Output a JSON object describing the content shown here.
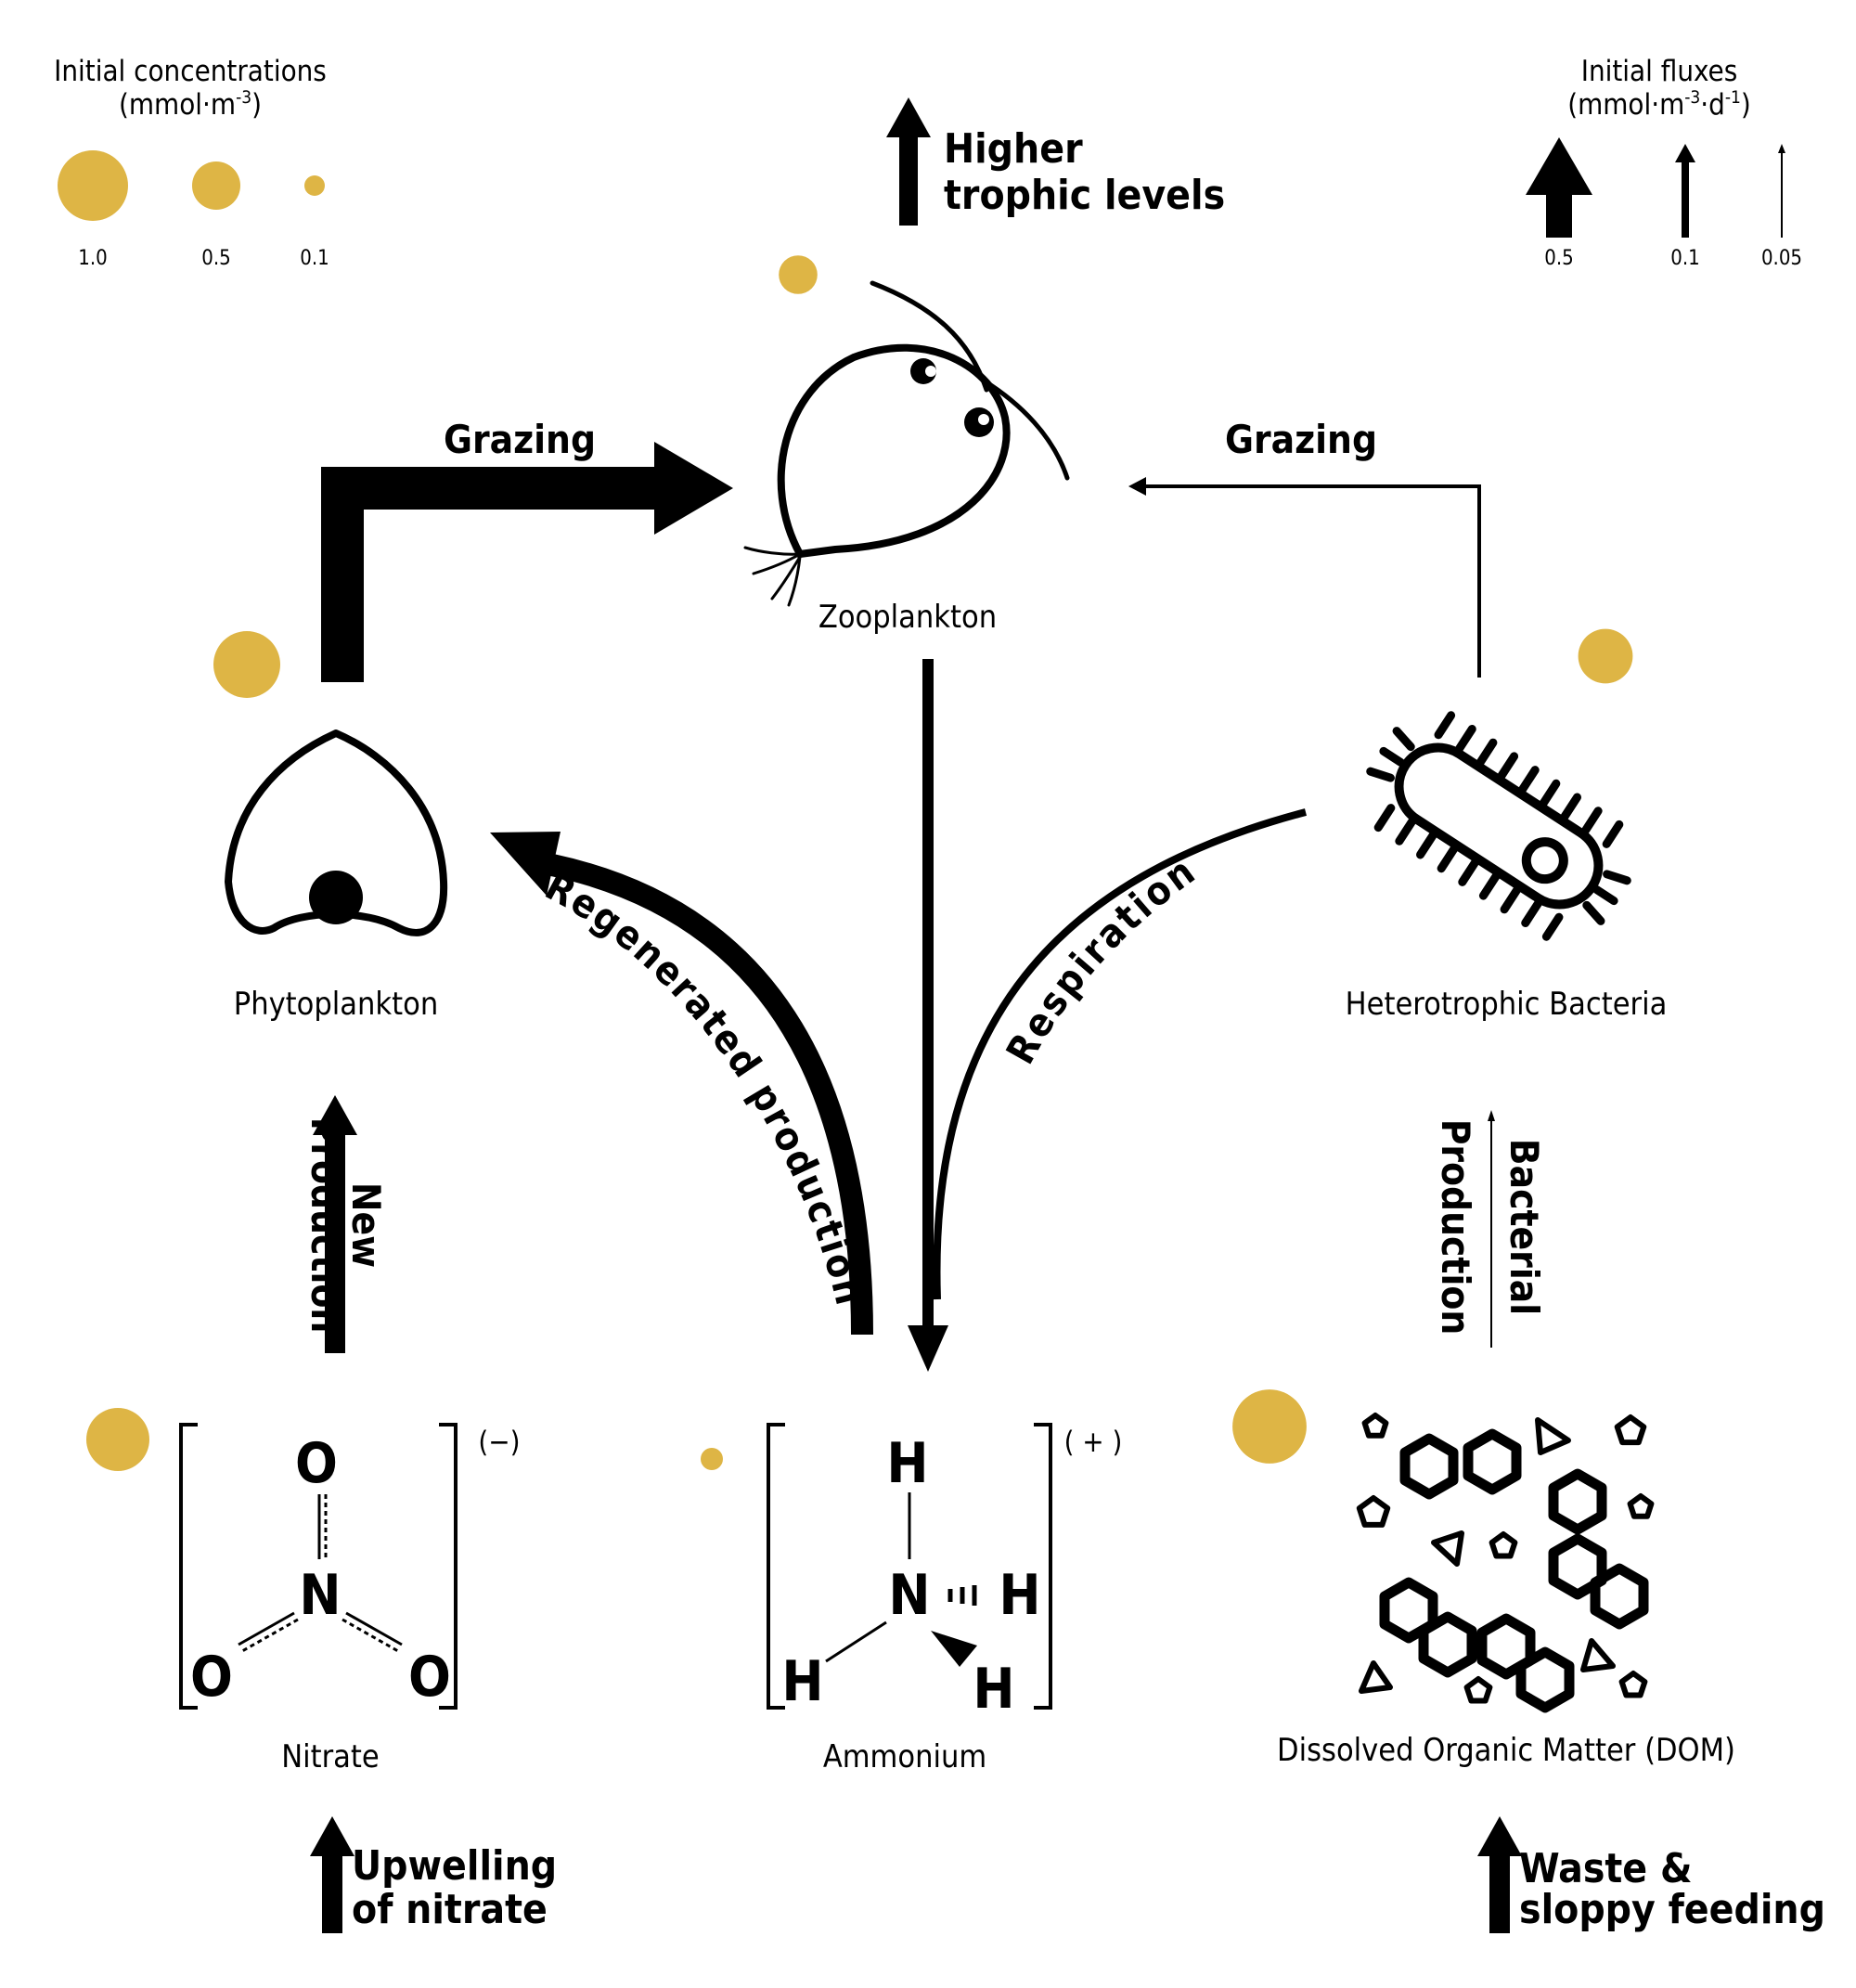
{
  "colors": {
    "pool": "#deb545",
    "ink": "#000000",
    "background": "#ffffff"
  },
  "legend": {
    "concentrations": {
      "title": "Initial concentrations",
      "units_main": "(mmol·m",
      "units_sup": "-3",
      "units_end": ")",
      "values": [
        "1.0",
        "0.5",
        "0.1"
      ]
    },
    "fluxes": {
      "title": "Initial fluxes",
      "units_main": "(mmol·m",
      "units_sup1": "-3",
      "units_mid": "·d",
      "units_sup2": "-1",
      "units_end": ")",
      "values": [
        "0.5",
        "0.1",
        "0.05"
      ]
    }
  },
  "top_export": {
    "line1": "Higher",
    "line2": "trophic levels"
  },
  "nodes": {
    "zooplankton": "Zooplankton",
    "phytoplankton": "Phytoplankton",
    "bacteria": "Heterotrophic Bacteria",
    "nitrate": "Nitrate",
    "ammonium": "Ammonium",
    "dom": "Dissolved Organic Matter (DOM)"
  },
  "concentrations": {
    "zooplankton": 0.3,
    "phytoplankton": 0.9,
    "bacteria": 0.6,
    "nitrate": 0.8,
    "ammonium": 0.1,
    "dom": 1.1
  },
  "fluxes": {
    "grazing_phyto": {
      "label": "Grazing",
      "value": 0.5
    },
    "grazing_bacteria": {
      "label": "Grazing",
      "value": 0.05
    },
    "regenerated_production": {
      "label": "Regenerated production",
      "value": 0.3
    },
    "respiration": {
      "label": "Respiration",
      "value": 0.08
    },
    "new_production": {
      "line1": "New",
      "line2": "Production",
      "value": 0.2
    },
    "bacterial_production": {
      "line1": "Bacterial",
      "line2": "Production",
      "value": 0.05
    },
    "upwelling": {
      "line1": "Upwelling",
      "line2": "of nitrate",
      "value": 0.2
    },
    "waste": {
      "line1": "Waste &",
      "line2": "sloppy feeding",
      "value": 0.2
    }
  },
  "chemistry": {
    "nitrate": {
      "charge": "(−)",
      "atoms": [
        "O",
        "N",
        "O",
        "O"
      ]
    },
    "ammonium": {
      "charge": "( + )",
      "atoms": [
        "H",
        "N",
        "H",
        "H",
        "H"
      ]
    }
  }
}
